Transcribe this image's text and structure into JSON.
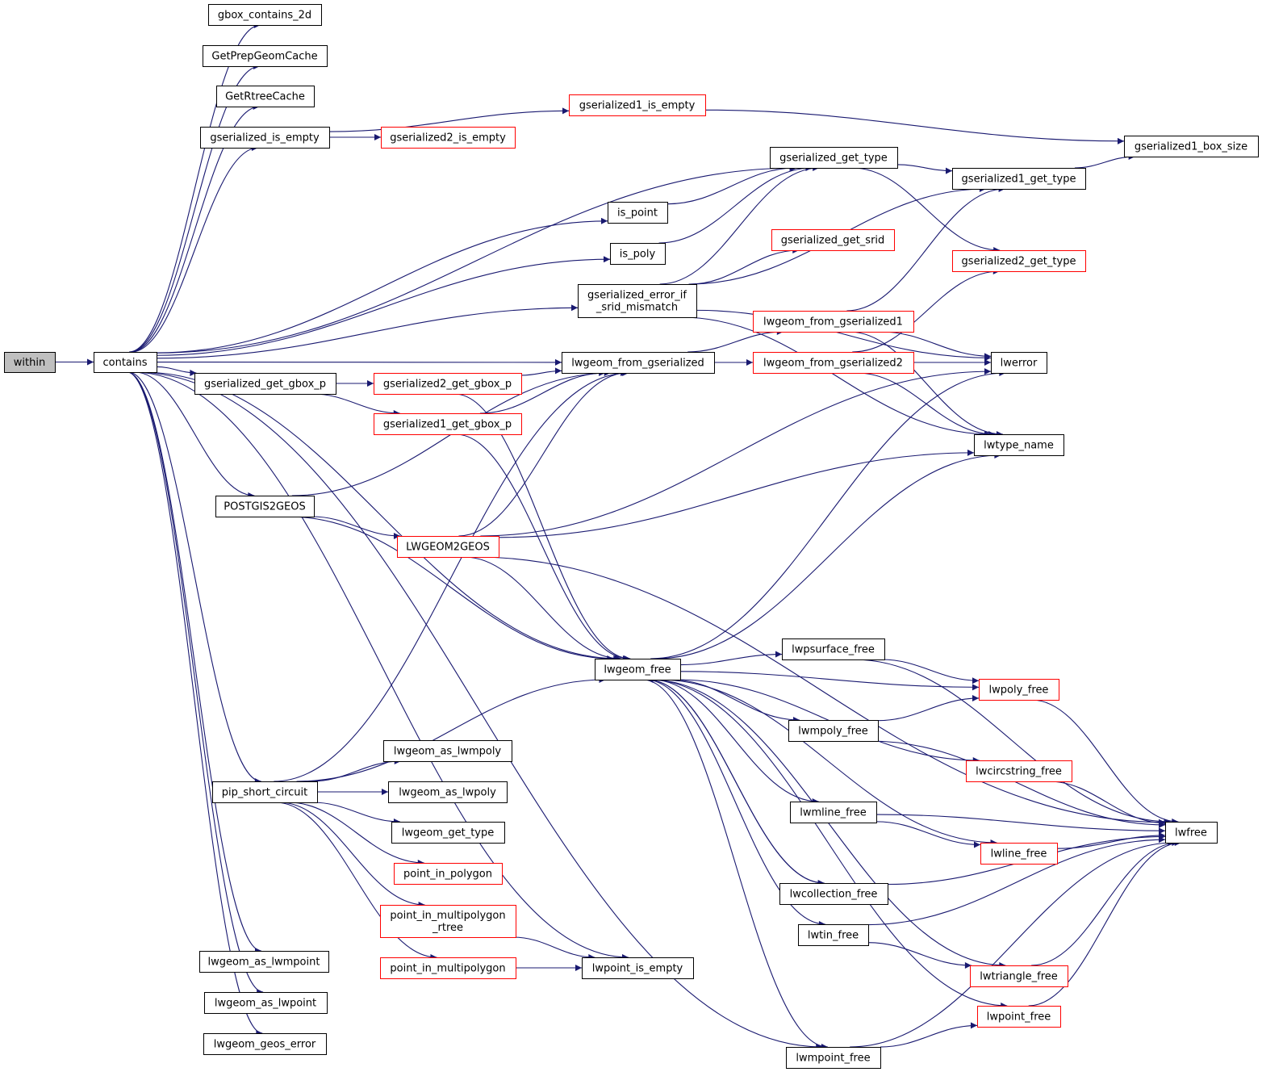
{
  "graph": {
    "type": "call-graph",
    "root": "within",
    "colors": {
      "edge": "#191970",
      "node_border_documented": "#000000",
      "node_border_truncated": "#ff0000",
      "root_fill": "#bfbfbf",
      "node_fill": "#ffffff"
    },
    "nodes": [
      {
        "id": "within",
        "lines": [
          "within"
        ],
        "style": "root"
      },
      {
        "id": "contains",
        "lines": [
          "contains"
        ],
        "style": "normal"
      },
      {
        "id": "gbox_contains_2d",
        "lines": [
          "gbox_contains_2d"
        ],
        "style": "normal"
      },
      {
        "id": "GetPrepGeomCache",
        "lines": [
          "GetPrepGeomCache"
        ],
        "style": "normal"
      },
      {
        "id": "GetRtreeCache",
        "lines": [
          "GetRtreeCache"
        ],
        "style": "normal"
      },
      {
        "id": "gserialized_is_empty",
        "lines": [
          "gserialized_is_empty"
        ],
        "style": "normal"
      },
      {
        "id": "gserialized1_is_empty",
        "lines": [
          "gserialized1_is_empty"
        ],
        "style": "truncated"
      },
      {
        "id": "gserialized2_is_empty",
        "lines": [
          "gserialized2_is_empty"
        ],
        "style": "truncated"
      },
      {
        "id": "gserialized1_box_size",
        "lines": [
          "gserialized1_box_size"
        ],
        "style": "normal"
      },
      {
        "id": "gserialized_get_type",
        "lines": [
          "gserialized_get_type"
        ],
        "style": "normal"
      },
      {
        "id": "gserialized1_get_type",
        "lines": [
          "gserialized1_get_type"
        ],
        "style": "normal"
      },
      {
        "id": "gserialized2_get_type",
        "lines": [
          "gserialized2_get_type"
        ],
        "style": "truncated"
      },
      {
        "id": "is_point",
        "lines": [
          "is_point"
        ],
        "style": "normal"
      },
      {
        "id": "is_poly",
        "lines": [
          "is_poly"
        ],
        "style": "normal"
      },
      {
        "id": "gserialized_get_srid",
        "lines": [
          "gserialized_get_srid"
        ],
        "style": "truncated"
      },
      {
        "id": "gserialized_error_if_srid_mismatch",
        "lines": [
          "gserialized_error_if",
          "_srid_mismatch"
        ],
        "style": "normal"
      },
      {
        "id": "lwgeom_from_gserialized1",
        "lines": [
          "lwgeom_from_gserialized1"
        ],
        "style": "truncated"
      },
      {
        "id": "lwgeom_from_gserialized",
        "lines": [
          "lwgeom_from_gserialized"
        ],
        "style": "normal"
      },
      {
        "id": "lwgeom_from_gserialized2",
        "lines": [
          "lwgeom_from_gserialized2"
        ],
        "style": "truncated"
      },
      {
        "id": "lwerror",
        "lines": [
          "lwerror"
        ],
        "style": "normal"
      },
      {
        "id": "gserialized_get_gbox_p",
        "lines": [
          "gserialized_get_gbox_p"
        ],
        "style": "normal"
      },
      {
        "id": "gserialized2_get_gbox_p",
        "lines": [
          "gserialized2_get_gbox_p"
        ],
        "style": "truncated"
      },
      {
        "id": "gserialized1_get_gbox_p",
        "lines": [
          "gserialized1_get_gbox_p"
        ],
        "style": "truncated"
      },
      {
        "id": "lwtype_name",
        "lines": [
          "lwtype_name"
        ],
        "style": "normal"
      },
      {
        "id": "POSTGIS2GEOS",
        "lines": [
          "POSTGIS2GEOS"
        ],
        "style": "normal"
      },
      {
        "id": "LWGEOM2GEOS",
        "lines": [
          "LWGEOM2GEOS"
        ],
        "style": "truncated"
      },
      {
        "id": "lwpsurface_free",
        "lines": [
          "lwpsurface_free"
        ],
        "style": "normal"
      },
      {
        "id": "lwgeom_free",
        "lines": [
          "lwgeom_free"
        ],
        "style": "normal"
      },
      {
        "id": "lwpoly_free",
        "lines": [
          "lwpoly_free"
        ],
        "style": "truncated"
      },
      {
        "id": "lwmpoly_free",
        "lines": [
          "lwmpoly_free"
        ],
        "style": "normal"
      },
      {
        "id": "lwgeom_as_lwmpoly",
        "lines": [
          "lwgeom_as_lwmpoly"
        ],
        "style": "normal"
      },
      {
        "id": "lwcircstring_free",
        "lines": [
          "lwcircstring_free"
        ],
        "style": "truncated"
      },
      {
        "id": "pip_short_circuit",
        "lines": [
          "pip_short_circuit"
        ],
        "style": "normal"
      },
      {
        "id": "lwgeom_as_lwpoly",
        "lines": [
          "lwgeom_as_lwpoly"
        ],
        "style": "normal"
      },
      {
        "id": "lwmline_free",
        "lines": [
          "lwmline_free"
        ],
        "style": "normal"
      },
      {
        "id": "lwfree",
        "lines": [
          "lwfree"
        ],
        "style": "normal"
      },
      {
        "id": "lwgeom_get_type",
        "lines": [
          "lwgeom_get_type"
        ],
        "style": "normal"
      },
      {
        "id": "lwline_free",
        "lines": [
          "lwline_free"
        ],
        "style": "truncated"
      },
      {
        "id": "point_in_polygon",
        "lines": [
          "point_in_polygon"
        ],
        "style": "truncated"
      },
      {
        "id": "lwcollection_free",
        "lines": [
          "lwcollection_free"
        ],
        "style": "normal"
      },
      {
        "id": "point_in_multipolygon_rtree",
        "lines": [
          "point_in_multipolygon",
          "_rtree"
        ],
        "style": "truncated"
      },
      {
        "id": "lwtin_free",
        "lines": [
          "lwtin_free"
        ],
        "style": "normal"
      },
      {
        "id": "lwgeom_as_lwmpoint",
        "lines": [
          "lwgeom_as_lwmpoint"
        ],
        "style": "normal"
      },
      {
        "id": "point_in_multipolygon",
        "lines": [
          "point_in_multipolygon"
        ],
        "style": "truncated"
      },
      {
        "id": "lwpoint_is_empty",
        "lines": [
          "lwpoint_is_empty"
        ],
        "style": "normal"
      },
      {
        "id": "lwtriangle_free",
        "lines": [
          "lwtriangle_free"
        ],
        "style": "truncated"
      },
      {
        "id": "lwgeom_as_lwpoint",
        "lines": [
          "lwgeom_as_lwpoint"
        ],
        "style": "normal"
      },
      {
        "id": "lwpoint_free",
        "lines": [
          "lwpoint_free"
        ],
        "style": "truncated"
      },
      {
        "id": "lwgeom_geos_error",
        "lines": [
          "lwgeom_geos_error"
        ],
        "style": "normal"
      },
      {
        "id": "lwmpoint_free",
        "lines": [
          "lwmpoint_free"
        ],
        "style": "normal"
      }
    ],
    "edges": [
      [
        "within",
        "contains"
      ],
      [
        "contains",
        "gbox_contains_2d"
      ],
      [
        "contains",
        "GetPrepGeomCache"
      ],
      [
        "contains",
        "GetRtreeCache"
      ],
      [
        "contains",
        "gserialized_is_empty"
      ],
      [
        "contains",
        "gserialized_get_type"
      ],
      [
        "contains",
        "is_point"
      ],
      [
        "contains",
        "is_poly"
      ],
      [
        "contains",
        "gserialized_error_if_srid_mismatch"
      ],
      [
        "contains",
        "lwgeom_from_gserialized"
      ],
      [
        "contains",
        "gserialized_get_gbox_p"
      ],
      [
        "contains",
        "POSTGIS2GEOS"
      ],
      [
        "contains",
        "lwgeom_free"
      ],
      [
        "contains",
        "pip_short_circuit"
      ],
      [
        "contains",
        "lwgeom_as_lwmpoint"
      ],
      [
        "contains",
        "lwgeom_as_lwpoint"
      ],
      [
        "contains",
        "lwgeom_geos_error"
      ],
      [
        "contains",
        "lwpoint_is_empty"
      ],
      [
        "contains",
        "lwmpoint_free"
      ],
      [
        "gserialized_is_empty",
        "gserialized1_is_empty"
      ],
      [
        "gserialized_is_empty",
        "gserialized2_is_empty"
      ],
      [
        "gserialized1_is_empty",
        "gserialized1_box_size"
      ],
      [
        "gserialized_get_type",
        "gserialized1_get_type"
      ],
      [
        "gserialized_get_type",
        "gserialized2_get_type"
      ],
      [
        "gserialized1_get_type",
        "gserialized1_box_size"
      ],
      [
        "is_point",
        "gserialized_get_type"
      ],
      [
        "is_poly",
        "gserialized_get_type"
      ],
      [
        "gserialized_error_if_srid_mismatch",
        "gserialized_get_type"
      ],
      [
        "gserialized_error_if_srid_mismatch",
        "gserialized1_get_type"
      ],
      [
        "gserialized_error_if_srid_mismatch",
        "gserialized_get_srid"
      ],
      [
        "gserialized_error_if_srid_mismatch",
        "lwerror"
      ],
      [
        "gserialized_error_if_srid_mismatch",
        "lwtype_name"
      ],
      [
        "lwgeom_from_gserialized",
        "lwgeom_from_gserialized1"
      ],
      [
        "lwgeom_from_gserialized",
        "lwgeom_from_gserialized2"
      ],
      [
        "lwgeom_from_gserialized1",
        "gserialized1_get_type"
      ],
      [
        "lwgeom_from_gserialized1",
        "lwerror"
      ],
      [
        "lwgeom_from_gserialized1",
        "lwtype_name"
      ],
      [
        "lwgeom_from_gserialized2",
        "gserialized2_get_type"
      ],
      [
        "lwgeom_from_gserialized2",
        "lwerror"
      ],
      [
        "lwgeom_from_gserialized2",
        "lwtype_name"
      ],
      [
        "gserialized_get_gbox_p",
        "gserialized2_get_gbox_p"
      ],
      [
        "gserialized_get_gbox_p",
        "gserialized1_get_gbox_p"
      ],
      [
        "gserialized2_get_gbox_p",
        "lwgeom_from_gserialized"
      ],
      [
        "gserialized2_get_gbox_p",
        "lwgeom_free"
      ],
      [
        "gserialized1_get_gbox_p",
        "lwgeom_from_gserialized"
      ],
      [
        "gserialized1_get_gbox_p",
        "lwgeom_free"
      ],
      [
        "POSTGIS2GEOS",
        "lwgeom_from_gserialized"
      ],
      [
        "POSTGIS2GEOS",
        "LWGEOM2GEOS"
      ],
      [
        "POSTGIS2GEOS",
        "lwgeom_free"
      ],
      [
        "LWGEOM2GEOS",
        "lwerror"
      ],
      [
        "LWGEOM2GEOS",
        "lwtype_name"
      ],
      [
        "LWGEOM2GEOS",
        "lwfree"
      ],
      [
        "LWGEOM2GEOS",
        "lwgeom_free"
      ],
      [
        "LWGEOM2GEOS",
        "lwgeom_from_gserialized"
      ],
      [
        "lwgeom_free",
        "lwerror"
      ],
      [
        "lwgeom_free",
        "lwtype_name"
      ],
      [
        "lwgeom_free",
        "lwpsurface_free"
      ],
      [
        "lwgeom_free",
        "lwpoly_free"
      ],
      [
        "lwgeom_free",
        "lwmpoly_free"
      ],
      [
        "lwgeom_free",
        "lwcircstring_free"
      ],
      [
        "lwgeom_free",
        "lwmline_free"
      ],
      [
        "lwgeom_free",
        "lwline_free"
      ],
      [
        "lwgeom_free",
        "lwcollection_free"
      ],
      [
        "lwgeom_free",
        "lwtin_free"
      ],
      [
        "lwgeom_free",
        "lwtriangle_free"
      ],
      [
        "lwgeom_free",
        "lwpoint_free"
      ],
      [
        "lwgeom_free",
        "lwmpoint_free"
      ],
      [
        "lwpsurface_free",
        "lwpoly_free"
      ],
      [
        "lwpsurface_free",
        "lwfree"
      ],
      [
        "lwmpoly_free",
        "lwpoly_free"
      ],
      [
        "lwmpoly_free",
        "lwfree"
      ],
      [
        "lwpoly_free",
        "lwfree"
      ],
      [
        "lwcircstring_free",
        "lwfree"
      ],
      [
        "lwmline_free",
        "lwline_free"
      ],
      [
        "lwmline_free",
        "lwfree"
      ],
      [
        "lwline_free",
        "lwfree"
      ],
      [
        "lwcollection_free",
        "lwgeom_free"
      ],
      [
        "lwcollection_free",
        "lwfree"
      ],
      [
        "lwtin_free",
        "lwtriangle_free"
      ],
      [
        "lwtin_free",
        "lwfree"
      ],
      [
        "lwtriangle_free",
        "lwfree"
      ],
      [
        "lwpoint_free",
        "lwfree"
      ],
      [
        "lwmpoint_free",
        "lwpoint_free"
      ],
      [
        "lwmpoint_free",
        "lwfree"
      ],
      [
        "pip_short_circuit",
        "lwgeom_from_gserialized"
      ],
      [
        "pip_short_circuit",
        "lwgeom_free"
      ],
      [
        "pip_short_circuit",
        "lwgeom_as_lwmpoly"
      ],
      [
        "pip_short_circuit",
        "lwgeom_as_lwpoly"
      ],
      [
        "pip_short_circuit",
        "lwgeom_get_type"
      ],
      [
        "pip_short_circuit",
        "point_in_polygon"
      ],
      [
        "pip_short_circuit",
        "point_in_multipolygon_rtree"
      ],
      [
        "pip_short_circuit",
        "point_in_multipolygon"
      ],
      [
        "point_in_multipolygon_rtree",
        "lwpoint_is_empty"
      ],
      [
        "point_in_multipolygon",
        "lwpoint_is_empty"
      ]
    ]
  }
}
